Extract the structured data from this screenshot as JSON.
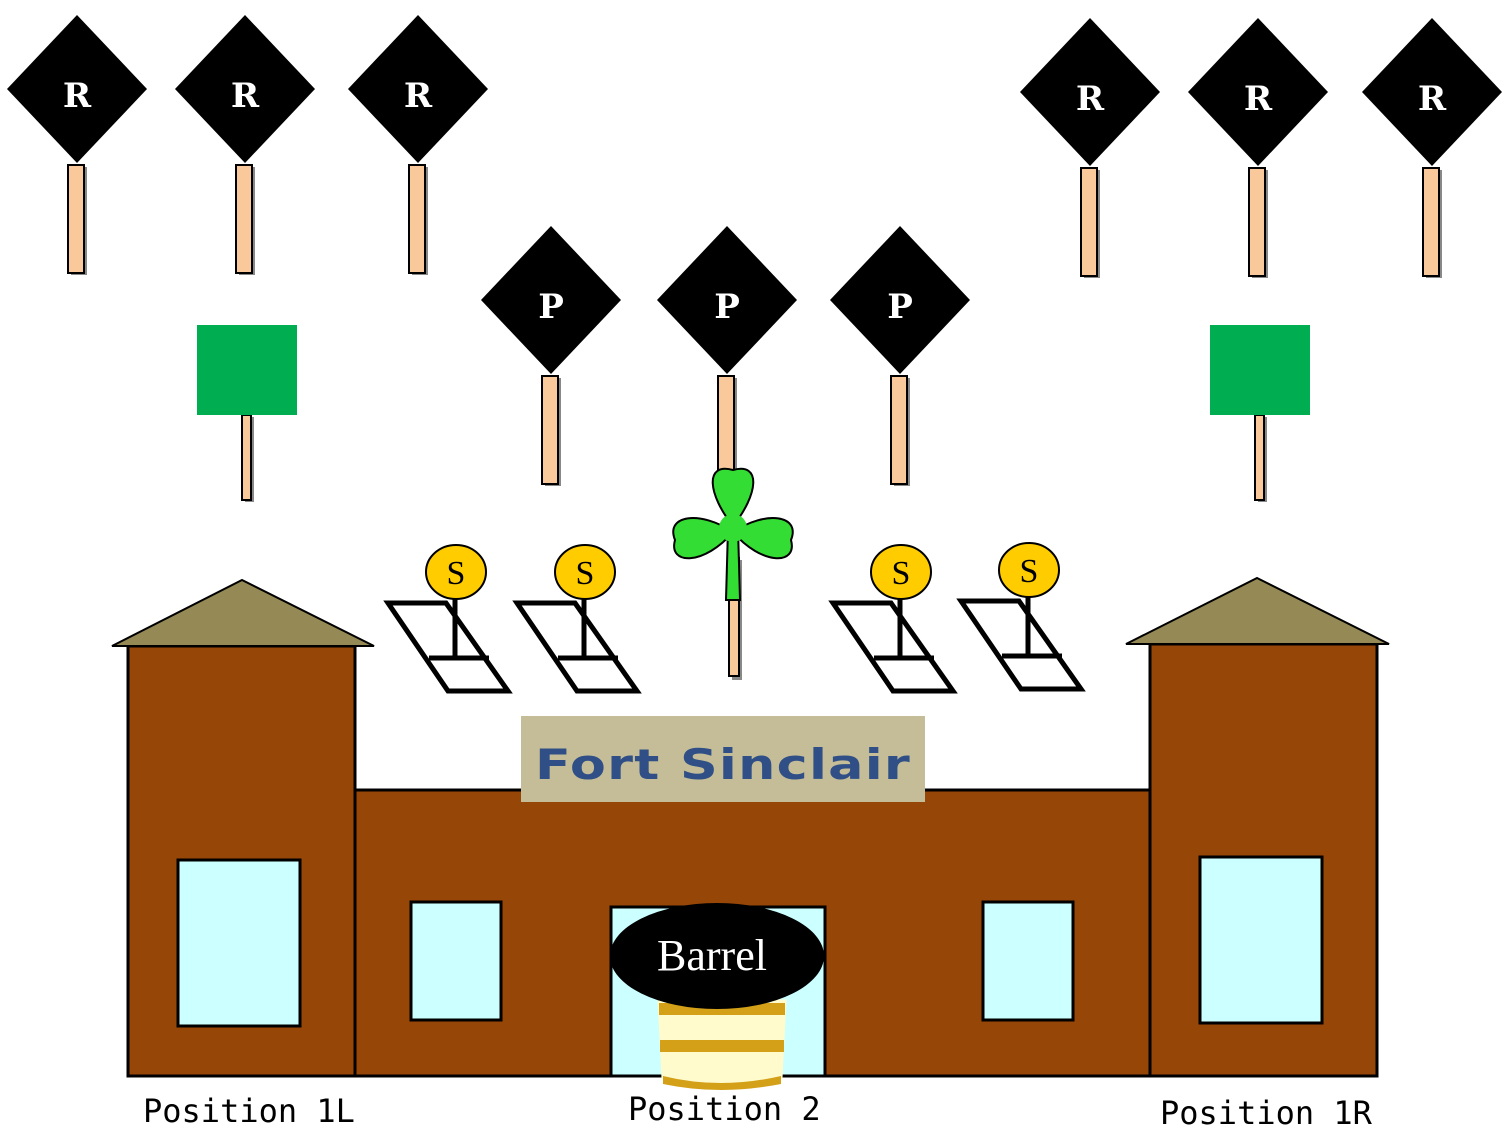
{
  "range_signs": [
    "R",
    "R",
    "R",
    "R",
    "R",
    "R"
  ],
  "pistol_signs": [
    "P",
    "P",
    "P"
  ],
  "shotgun_targets": [
    "S",
    "S",
    "S",
    "S"
  ],
  "fort": {
    "name": "Fort Sinclair"
  },
  "barrel": {
    "label": "Barrel"
  },
  "positions": {
    "left": "Position 1L",
    "center": "Position 2",
    "right": "Position 1R"
  },
  "icons": {
    "range_sign": "diamond-sign-icon",
    "green_marker": "green-square-marker-icon",
    "shamrock": "shamrock-icon",
    "swinger_target": "knockdown-target-icon"
  },
  "colors": {
    "sign_black": "#000000",
    "post_tan": "#f9c99b",
    "marker_green": "#00ad50",
    "shamrock_green": "#33dd33",
    "target_yellow": "#ffcc00",
    "building_brown": "#964607",
    "window_blue": "#ccffff",
    "roof_olive": "#958a55",
    "banner_khaki": "#c4bd97",
    "barrel_stripe": "#d4a017",
    "barrel_body": "#fffbcc"
  }
}
